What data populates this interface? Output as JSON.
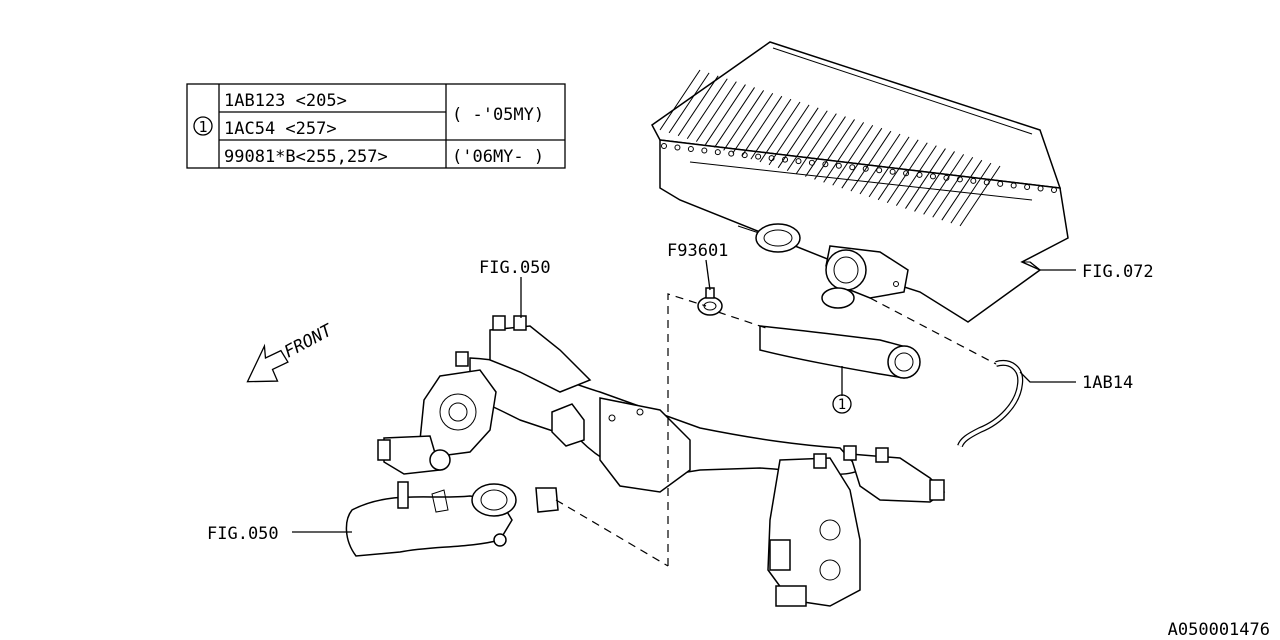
{
  "parts_table": {
    "ref_symbol": "1",
    "rows": [
      {
        "part": "1AB123 <205>",
        "period": "( -'05MY)"
      },
      {
        "part": "1AC54  <257>",
        "period": ""
      },
      {
        "part": "99081*B<255,257>",
        "period": "('06MY- )"
      }
    ]
  },
  "callouts": {
    "fig050_top": "FIG.050",
    "f93601": "F93601",
    "fig072": "FIG.072",
    "ab14": "1AB14",
    "fig050_left": "FIG.050",
    "ref_1": "1",
    "front": "FRONT"
  },
  "diagram_code": "A050001476",
  "icons": [
    "front-arrow-icon",
    "intercooler-icon",
    "intake-manifold-icon",
    "air-hose-icon",
    "hose-clamp-icon",
    "vacuum-hose-icon"
  ]
}
